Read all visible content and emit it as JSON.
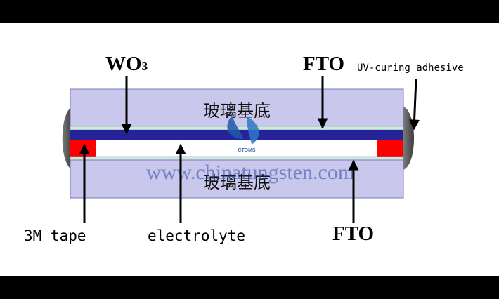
{
  "labels": {
    "wo3_main": "WO",
    "wo3_sub": "3",
    "fto_top": "FTO",
    "uv_adhesive": "UV-curing adhesive",
    "tape": "3M tape",
    "electrolyte": "electrolyte",
    "fto_bottom": "FTO",
    "glass_top": "玻璃基底",
    "glass_bottom": "玻璃基底"
  },
  "watermark": {
    "logo_text": "CTOMS",
    "url": "www.chinatungsten.com"
  },
  "colors": {
    "background": "#ffffff",
    "frame": "#000000",
    "glass_fill": "#c9c8ec",
    "glass_stroke": "#7a78b8",
    "wo3_layer": "#26239a",
    "fto_layer": "#cfe7e0",
    "tape": "#ff0000",
    "adhesive": "#555555",
    "watermark": "#1e3c96"
  }
}
